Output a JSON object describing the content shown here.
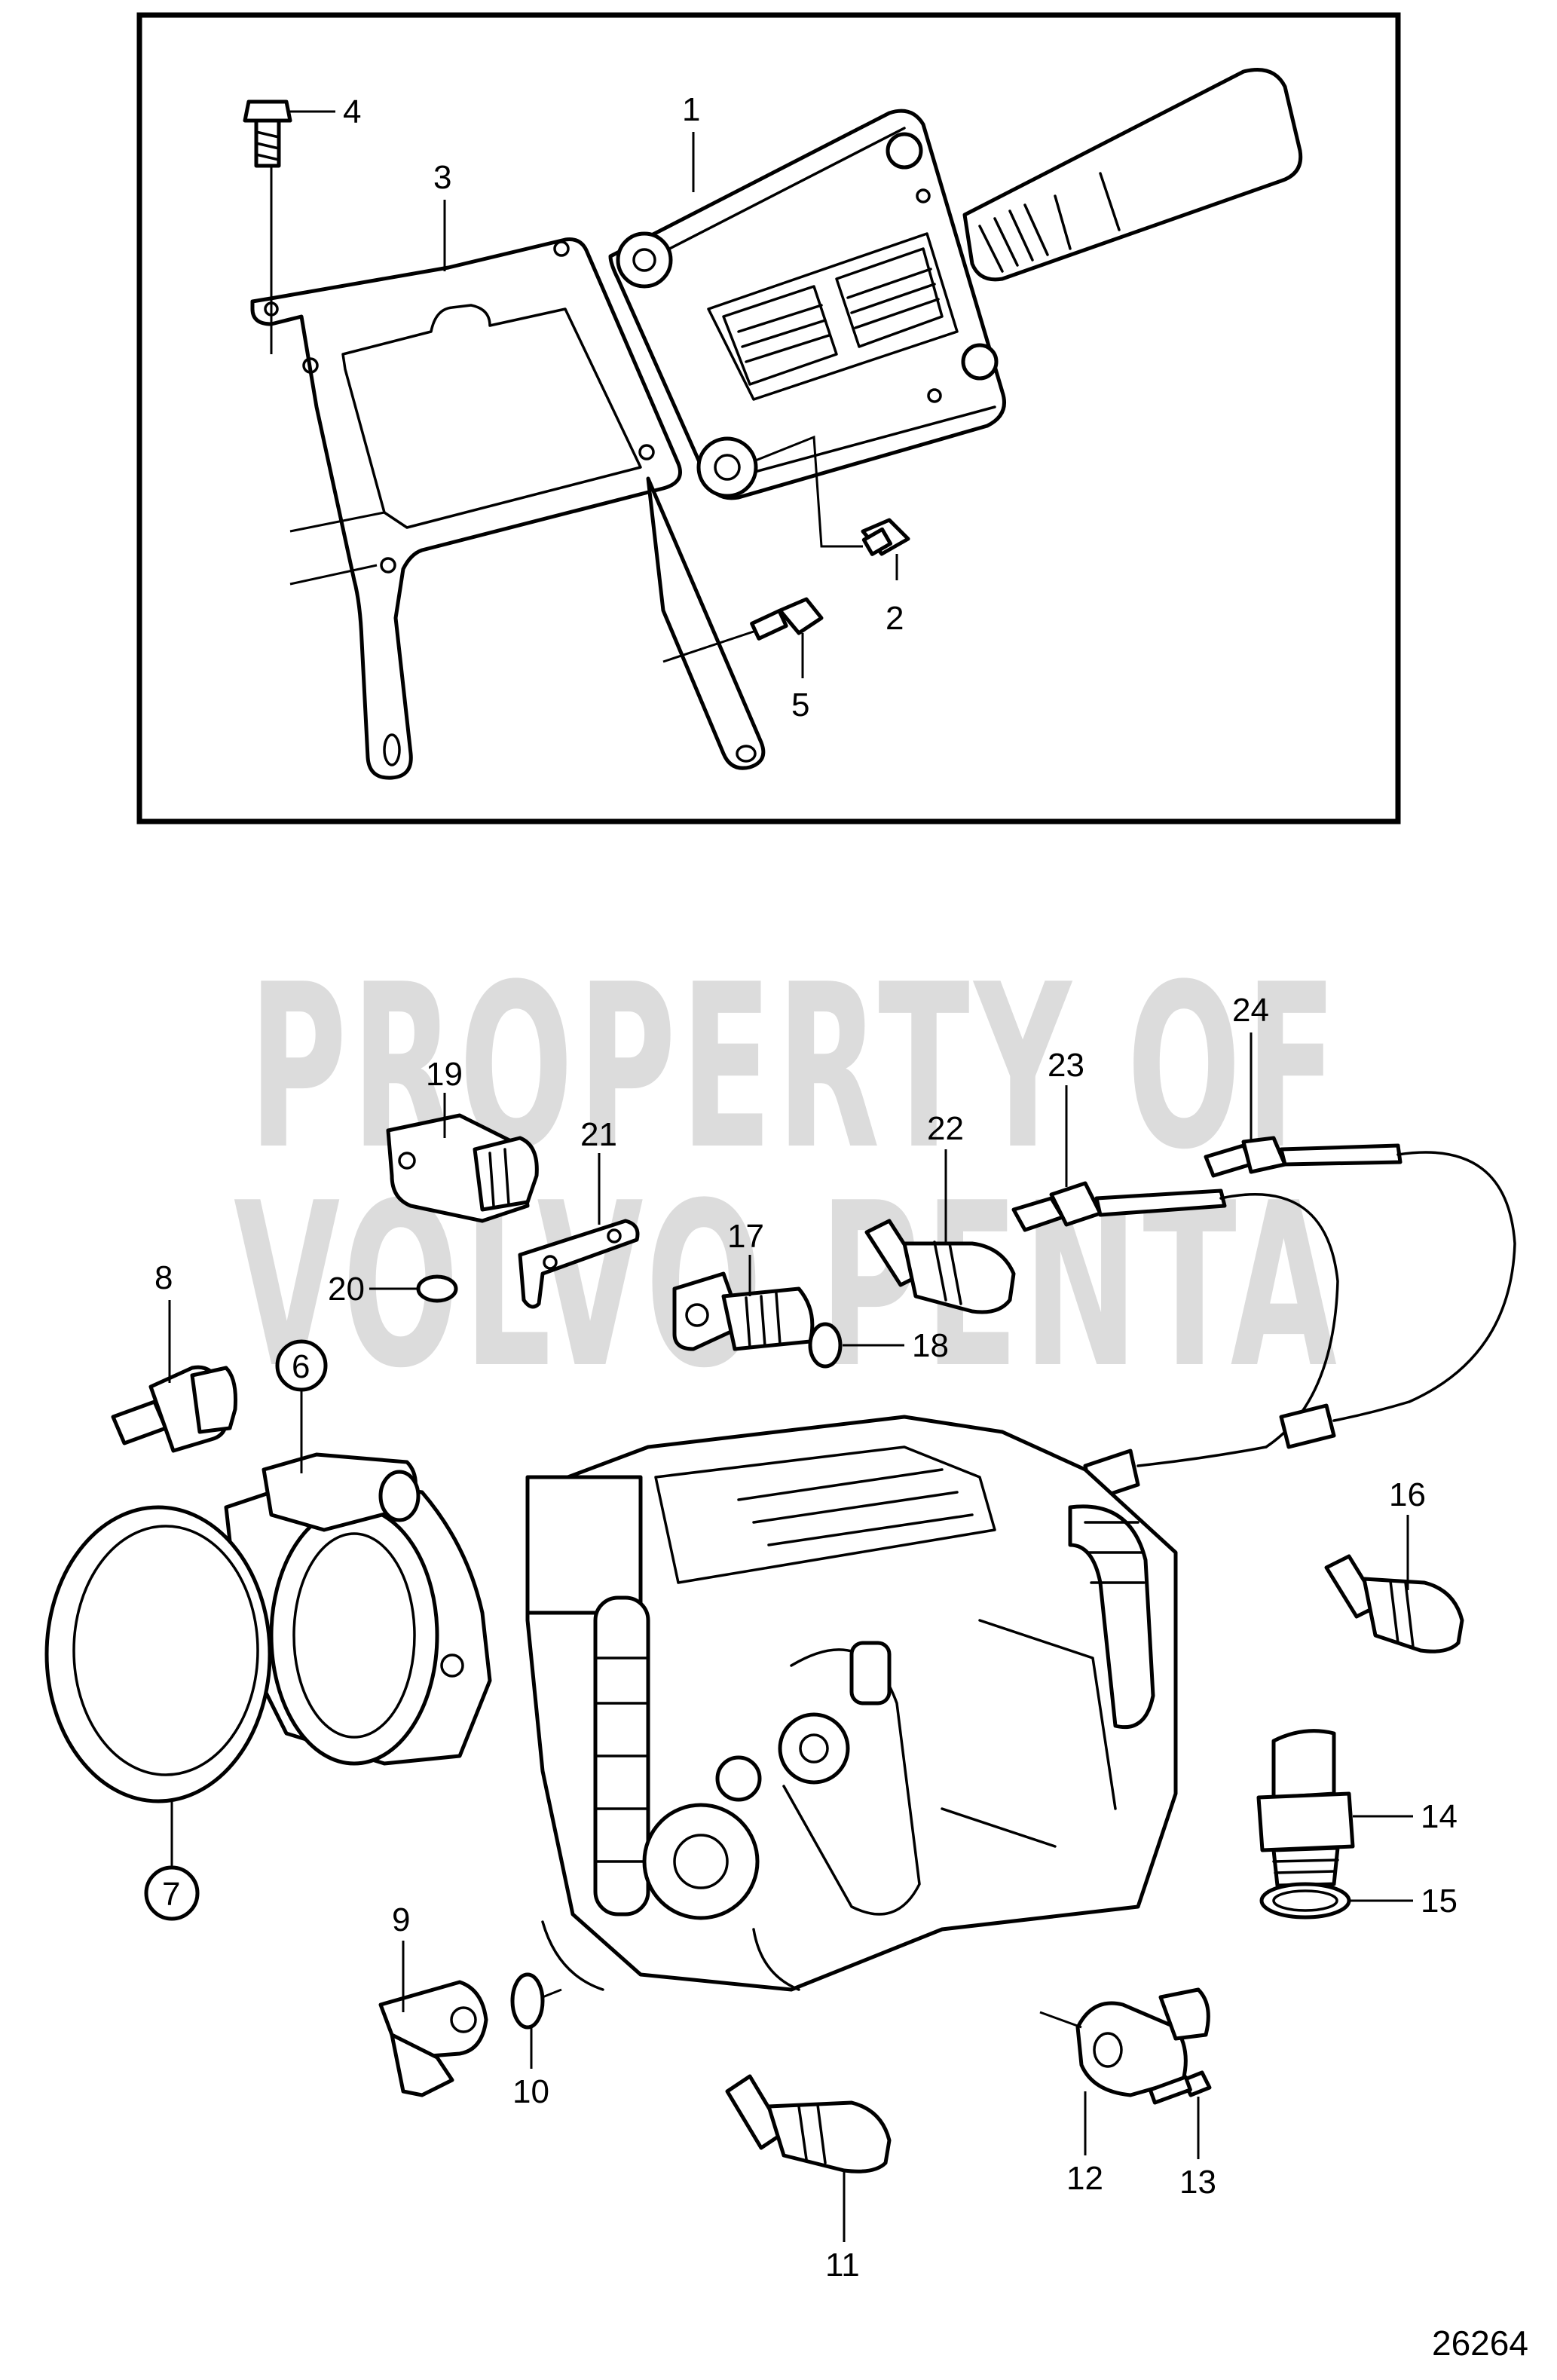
{
  "watermark": {
    "line1": "PROPERTY OF",
    "line2": "VOLVO PENTA",
    "color": "#d9d9d9"
  },
  "drawing_number": "26264",
  "callouts": {
    "c1": "1",
    "c2": "2",
    "c3": "3",
    "c4": "4",
    "c5": "5",
    "c6": "6",
    "c7": "7",
    "c8": "8",
    "c9": "9",
    "c10": "10",
    "c11": "11",
    "c12": "12",
    "c13": "13",
    "c14": "14",
    "c15": "15",
    "c16": "16",
    "c17": "17",
    "c18": "18",
    "c19": "19",
    "c20": "20",
    "c21": "21",
    "c22": "22",
    "c23": "23",
    "c24": "24"
  },
  "colors": {
    "line": "#000000",
    "background": "#ffffff"
  }
}
